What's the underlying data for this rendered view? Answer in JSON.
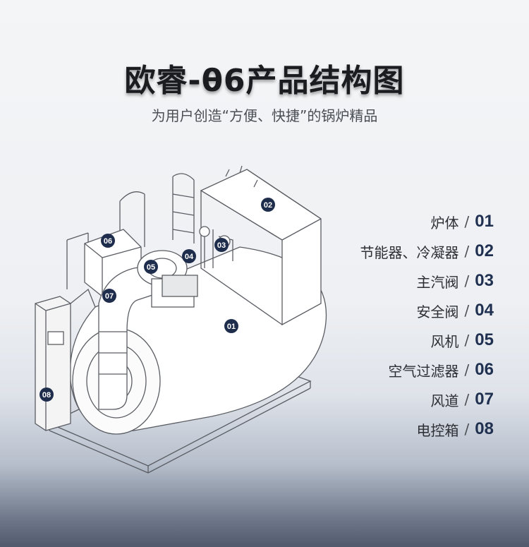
{
  "title": "欧睿-θ6产品结构图",
  "subtitle": "为用户创造“方便、快捷”的锅炉精品",
  "components": [
    {
      "name": "炉体",
      "num": "01"
    },
    {
      "name": "节能器、冷凝器",
      "num": "02"
    },
    {
      "name": "主汽阀",
      "num": "03"
    },
    {
      "name": "安全阀",
      "num": "04"
    },
    {
      "name": "风机",
      "num": "05"
    },
    {
      "name": "空气过滤器",
      "num": "06"
    },
    {
      "name": "风道",
      "num": "07"
    },
    {
      "name": "电控箱",
      "num": "08"
    }
  ],
  "separator": "/",
  "badges": [
    "01",
    "02",
    "03",
    "04",
    "05",
    "06",
    "07",
    "08"
  ],
  "colors": {
    "badge": "#1f2d4d",
    "number": "#1f3050",
    "line": "#5a5d63"
  }
}
